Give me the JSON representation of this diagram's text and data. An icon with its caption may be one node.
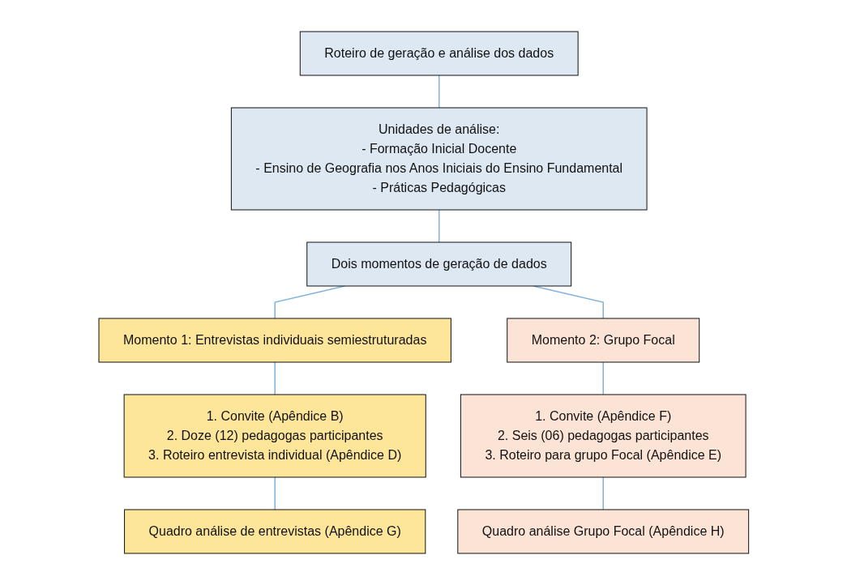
{
  "diagram": {
    "nodes": [
      {
        "text": [
          "Roteiro de geração e análise dos dados"
        ]
      },
      {
        "text": [
          "Unidades de análise:",
          "- Formação Inicial Docente",
          "- Ensino de Geografia nos Anos Iniciais do Ensino Fundamental",
          "- Práticas Pedagógicas"
        ]
      },
      {
        "text": [
          "Dois momentos de geração de dados"
        ]
      },
      {
        "text": [
          "Momento 1: Entrevistas individuais semiestruturadas"
        ]
      },
      {
        "text": [
          "Momento 2: Grupo Focal"
        ]
      },
      {
        "text": [
          "1. Convite (Apêndice B)",
          "2. Doze (12) pedagogas participantes",
          "3. Roteiro entrevista individual (Apêndice D)"
        ]
      },
      {
        "text": [
          "1. Convite (Apêndice F)",
          "2. Seis (06) pedagogas participantes",
          "3. Roteiro para grupo Focal (Apêndice E)"
        ]
      },
      {
        "text": [
          "Quadro análise de entrevistas (Apêndice G)"
        ]
      },
      {
        "text": [
          "Quadro análise Grupo Focal (Apêndice H)"
        ]
      }
    ],
    "edges": [
      {
        "from": 0,
        "to": 1,
        "arrow": "none"
      },
      {
        "from": 1,
        "to": 2,
        "arrow": "none"
      },
      {
        "from": 2,
        "to": 3,
        "arrow": "none"
      },
      {
        "from": 2,
        "to": 4,
        "arrow": "none"
      },
      {
        "from": 3,
        "to": 5,
        "arrow": "none"
      },
      {
        "from": 4,
        "to": 6,
        "arrow": "none"
      },
      {
        "from": 5,
        "to": 7,
        "arrow": "none"
      },
      {
        "from": 6,
        "to": 8,
        "arrow": "none"
      }
    ]
  }
}
